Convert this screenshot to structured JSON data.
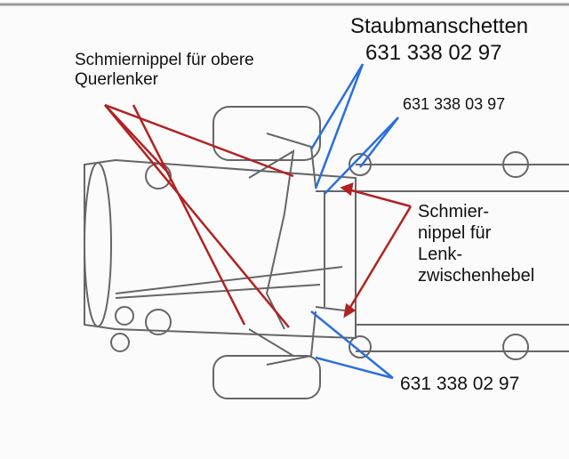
{
  "labels": {
    "dust_boots_title": "Staubmanschetten",
    "dust_boots_part_top": "631 338 02 97",
    "dust_boots_part_mid": "631 338 03 97",
    "dust_boots_part_bottom": "631 338 02 97",
    "upper_arm_grease_line1": "Schmiernippel für obere",
    "upper_arm_grease_line2": "Querlenker",
    "idler_grease_line1": "Schmier-",
    "idler_grease_line2": "nippel für",
    "idler_grease_line3": "Lenk-",
    "idler_grease_line4": "zwischenhebel"
  },
  "colors": {
    "red_leader": "#b22222",
    "blue_leader": "#2a6fdb",
    "drawing": "#666666"
  }
}
